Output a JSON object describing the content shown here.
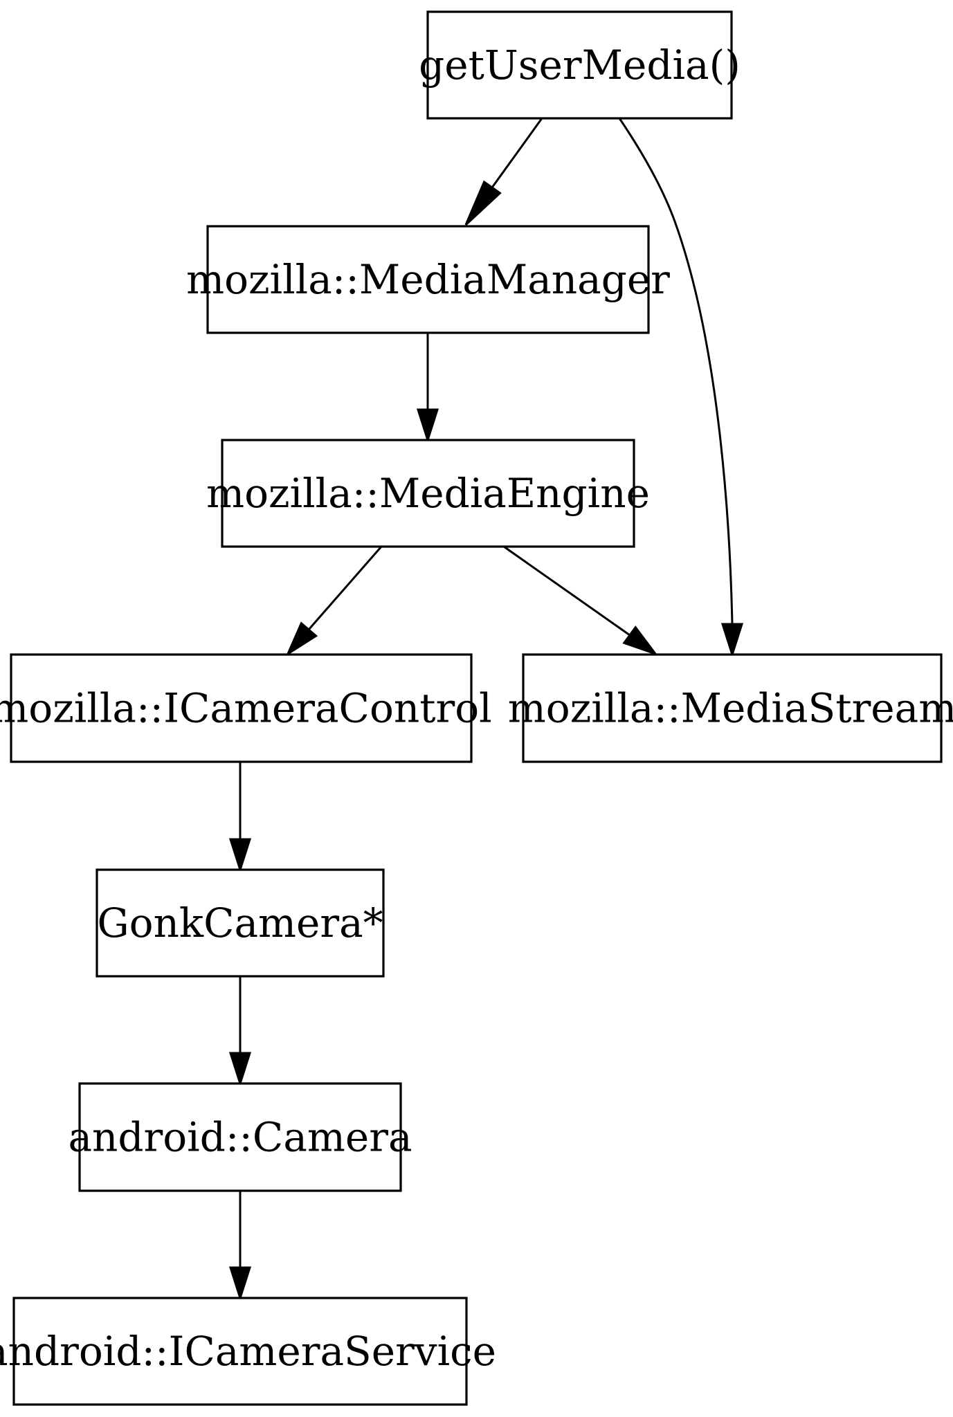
{
  "diagram": {
    "type": "directed-graph",
    "nodes": [
      {
        "id": "getUserMedia",
        "label": "getUserMedia()"
      },
      {
        "id": "MediaManager",
        "label": "mozilla::MediaManager"
      },
      {
        "id": "MediaEngine",
        "label": "mozilla::MediaEngine"
      },
      {
        "id": "ICameraControl",
        "label": "mozilla::ICameraControl"
      },
      {
        "id": "MediaStream",
        "label": "mozilla::MediaStream"
      },
      {
        "id": "GonkCamera",
        "label": "GonkCamera*"
      },
      {
        "id": "AndroidCamera",
        "label": "android::Camera"
      },
      {
        "id": "ICameraService",
        "label": "android::ICameraService"
      }
    ],
    "edges": [
      {
        "from": "getUserMedia",
        "to": "MediaManager"
      },
      {
        "from": "getUserMedia",
        "to": "MediaStream"
      },
      {
        "from": "MediaManager",
        "to": "MediaEngine"
      },
      {
        "from": "MediaEngine",
        "to": "ICameraControl"
      },
      {
        "from": "MediaEngine",
        "to": "MediaStream"
      },
      {
        "from": "ICameraControl",
        "to": "GonkCamera"
      },
      {
        "from": "GonkCamera",
        "to": "AndroidCamera"
      },
      {
        "from": "AndroidCamera",
        "to": "ICameraService"
      }
    ]
  }
}
